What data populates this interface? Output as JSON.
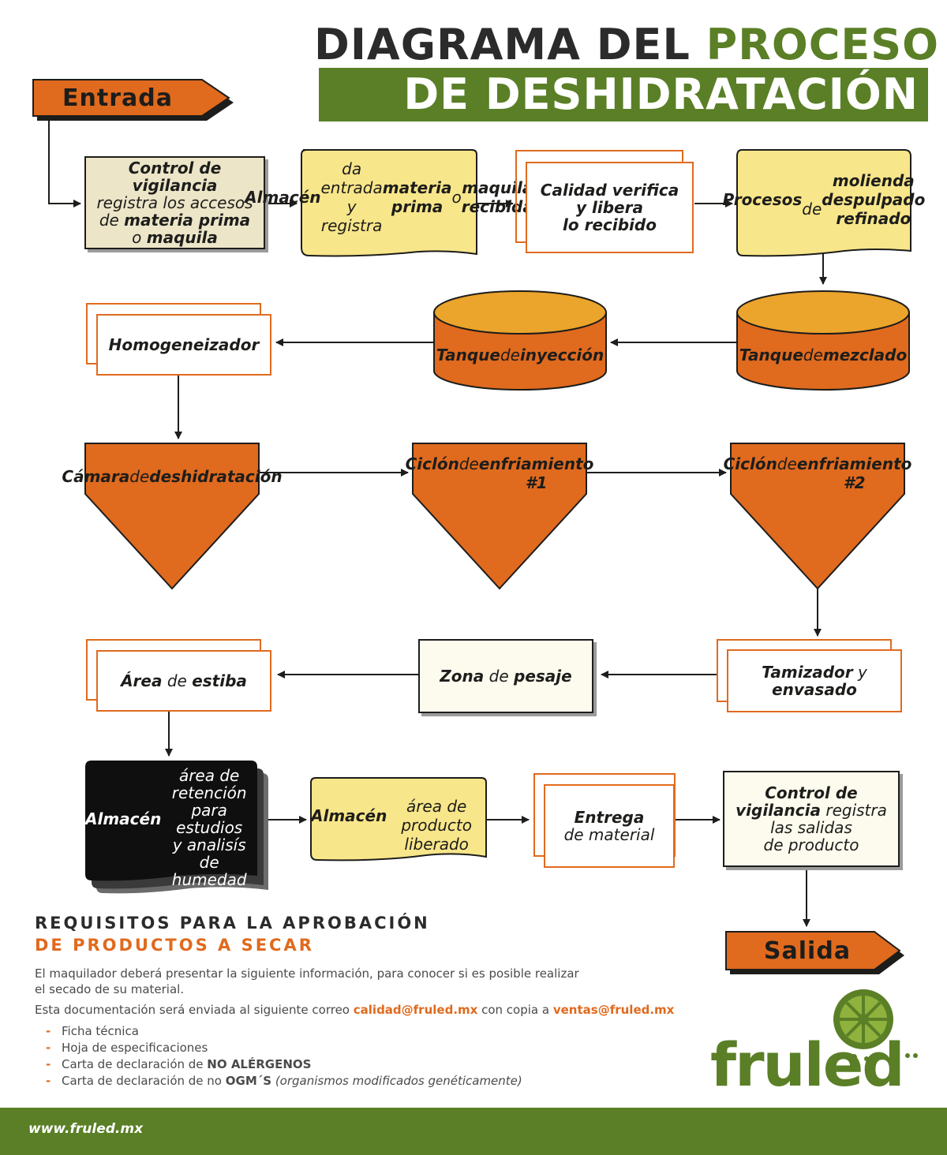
{
  "title": {
    "line1_dark": "DIAGRAMA DEL",
    "line1_green": "PROCESO",
    "line2": "DE DESHIDRATACIÓN"
  },
  "entrada": "Entrada",
  "salida": "Salida",
  "nodes": {
    "control_entrada": {
      "parts": [
        [
          "Control de vigilancia",
          true
        ],
        [
          "\nregistra los accesos\nde ",
          false
        ],
        [
          "materia prima",
          true
        ],
        [
          "\no ",
          false
        ],
        [
          "maquila",
          true
        ]
      ]
    },
    "almacen_entrada": {
      "parts": [
        [
          "Almacén",
          true
        ],
        [
          " da\nentrada y registra\n",
          false
        ],
        [
          "materia prima",
          true
        ],
        [
          " o\n",
          false
        ],
        [
          "maquila recibida",
          true
        ]
      ]
    },
    "calidad": {
      "parts": [
        [
          "Calidad verifica\ny libera\nlo recibido",
          true
        ]
      ]
    },
    "procesos": {
      "parts": [
        [
          "Procesos",
          true
        ],
        [
          "\nde ",
          false
        ],
        [
          "molienda\ndespulpado\nrefinado",
          true
        ]
      ]
    },
    "tanque_mezclado": {
      "parts": [
        [
          "Tanque",
          true
        ],
        [
          " de\n",
          false
        ],
        [
          "mezclado",
          true
        ]
      ]
    },
    "tanque_inyeccion": {
      "parts": [
        [
          "Tanque",
          true
        ],
        [
          " de\n",
          false
        ],
        [
          "inyección",
          true
        ]
      ]
    },
    "homogeneizador": {
      "parts": [
        [
          "Homogeneizador",
          true
        ]
      ]
    },
    "camara": {
      "parts": [
        [
          "Cámara",
          true
        ],
        [
          " de\n",
          false
        ],
        [
          "deshidratación",
          true
        ]
      ]
    },
    "ciclon1": {
      "parts": [
        [
          "Ciclón",
          true
        ],
        [
          " de\n",
          false
        ],
        [
          "enfriamiento\n#1",
          true
        ]
      ]
    },
    "ciclon2": {
      "parts": [
        [
          "Ciclón",
          true
        ],
        [
          " de\n",
          false
        ],
        [
          "enfriamiento\n#2",
          true
        ]
      ]
    },
    "tamizador": {
      "parts": [
        [
          "Tamizador",
          true
        ],
        [
          " y\n",
          false
        ],
        [
          "envasado",
          true
        ]
      ]
    },
    "pesaje": {
      "parts": [
        [
          "Zona",
          true
        ],
        [
          " de ",
          false
        ],
        [
          "pesaje",
          true
        ]
      ]
    },
    "estiba": {
      "parts": [
        [
          "Área",
          true
        ],
        [
          " de ",
          false
        ],
        [
          "estiba",
          true
        ]
      ]
    },
    "almacen_retencion": {
      "parts": [
        [
          "Almacén",
          true
        ],
        [
          "\nárea de retención\npara estudios\ny analisís\nde humedad",
          false
        ]
      ]
    },
    "almacen_liberado": {
      "parts": [
        [
          "Almacén",
          true
        ],
        [
          "\nárea de producto\nliberado",
          false
        ]
      ]
    },
    "entrega": {
      "parts": [
        [
          "Entrega",
          true
        ],
        [
          "\nde material",
          false
        ]
      ]
    },
    "control_salida": {
      "parts": [
        [
          "Control de\nvigilancia",
          true
        ],
        [
          " registra\nlas salidas\nde producto",
          false
        ]
      ]
    }
  },
  "requirements": {
    "title_line1": "REQUISITOS PARA LA APROBACIÓN",
    "title_line2": "DE PRODUCTOS A SECAR",
    "intro1": "El maquilador deberá presentar la siguiente información, para conocer si es posible realizar",
    "intro2": "el secado de su material.",
    "email_pre": "Esta documentación será enviada al siguiente correo ",
    "email1": "calidad@fruled.mx",
    "email_mid": " con copia a ",
    "email2": "ventas@fruled.mx",
    "items": [
      {
        "text": "Ficha técnica",
        "bold": "",
        "italic": ""
      },
      {
        "text": "Hoja de especificaciones",
        "bold": "",
        "italic": ""
      },
      {
        "text": "Carta de declaración de ",
        "bold": "NO ALÉRGENOS",
        "italic": ""
      },
      {
        "text": "Carta de declaración de no ",
        "bold": "OGM´S",
        "italic": " (organismos modificados genéticamente)"
      }
    ]
  },
  "footer_url": "www.fruled.mx",
  "logo": "fruled",
  "colors": {
    "orange": "#e06a1e",
    "green": "#5a7f26",
    "yellow": "#f8e68a",
    "beige": "#ece5c8",
    "cream": "#fdfbee"
  }
}
